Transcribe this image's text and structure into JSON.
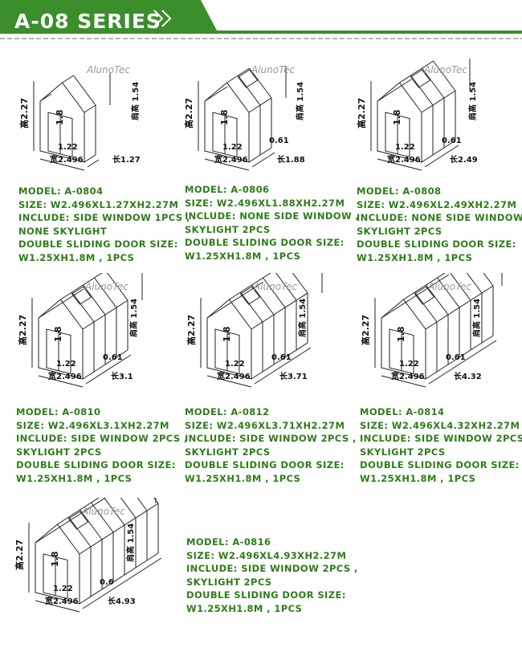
{
  "header": {
    "title": "A-08 SERIES",
    "accent_color": "#3a8f2b"
  },
  "drawing_labels": {
    "brand": "AlunoTec",
    "shoulder_label": "肩高",
    "height_prefix": "高",
    "width_prefix": "宽",
    "length_prefix": "长"
  },
  "models": [
    {
      "model": "MODEL:  A-0804",
      "size": "SIZE:  W2.496XL1.27XH2.27M",
      "include": "INCLUDE: SIDE WINDOW 1PCS ,",
      "include2": "NONE SKYLIGHT",
      "door": "DOUBLE SLIDING DOOR SIZE:",
      "door_size": "W1.25XH1.8M , 1PCS",
      "dims": {
        "height": "2.27",
        "door_h": "1.8",
        "door_w": "1.22",
        "width": "2.496",
        "length": "1.27",
        "shoulder": "1.54",
        "gap": ""
      }
    },
    {
      "model": "MODEL:  A-0806",
      "size": "SIZE:  W2.496XL1.88XH2.27M",
      "include": "INCLUDE: NONE SIDE WINDOW ,",
      "include2": "SKYLIGHT 2PCS",
      "door": "DOUBLE SLIDING DOOR SIZE:",
      "door_size": "W1.25XH1.8M , 1PCS",
      "dims": {
        "height": "2.27",
        "door_h": "1.8",
        "door_w": "1.22",
        "width": "2.496",
        "length": "1.88",
        "shoulder": "1.54",
        "gap": "0.61"
      }
    },
    {
      "model": "MODEL:  A-0808",
      "size": "SIZE:  W2.496XL2.49XH2.27M",
      "include": "INCLUDE: NONE SIDE WINDOW ,",
      "include2": "SKYLIGHT 2PCS",
      "door": "DOUBLE SLIDING DOOR SIZE:",
      "door_size": "W1.25XH1.8M , 1PCS",
      "dims": {
        "height": "2.27",
        "door_h": "1.8",
        "door_w": "1.22",
        "width": "2.496",
        "length": "2.49",
        "shoulder": "1.54",
        "gap": "0.61"
      }
    },
    {
      "model": "MODEL:  A-0810",
      "size": "SIZE:  W2.496XL3.1XH2.27M",
      "include": "INCLUDE: SIDE WINDOW 2PCS ,",
      "include2": "SKYLIGHT 2PCS",
      "door": "DOUBLE SLIDING DOOR SIZE:",
      "door_size": "W1.25XH1.8M , 1PCS",
      "dims": {
        "height": "2.27",
        "door_h": "1.8",
        "door_w": "1.22",
        "width": "2.496",
        "length": "3.1",
        "shoulder": "1.54",
        "gap": "0.61"
      }
    },
    {
      "model": "MODEL:  A-0812",
      "size": "SIZE:  W2.496XL3.71XH2.27M",
      "include": "INCLUDE: SIDE WINDOW 2PCS ,",
      "include2": "SKYLIGHT 2PCS",
      "door": "DOUBLE SLIDING DOOR SIZE:",
      "door_size": "W1.25XH1.8M , 1PCS",
      "dims": {
        "height": "2.27",
        "door_h": "1.8",
        "door_w": "1.22",
        "width": "2.496",
        "length": "3.71",
        "shoulder": "1.54",
        "gap": "0.61"
      }
    },
    {
      "model": "MODEL:  A-0814",
      "size": "SIZE:  W2.496XL4.32XH2.27M",
      "include": "INCLUDE: SIDE WINDOW 2PCS ,",
      "include2": "SKYLIGHT 2PCS",
      "door": "DOUBLE SLIDING DOOR SIZE:",
      "door_size": "W1.25XH1.8M , 1PCS",
      "dims": {
        "height": "2.27",
        "door_h": "1.8",
        "door_w": "1.22",
        "width": "2.496",
        "length": "4.32",
        "shoulder": "1.54",
        "gap": "0.61"
      }
    },
    {
      "model": "MODEL:  A-0816",
      "size": "SIZE:  W2.496XL4.93XH2.27M",
      "include": "INCLUDE: SIDE WINDOW 2PCS ,",
      "include2": "SKYLIGHT 2PCS",
      "door": "DOUBLE SLIDING DOOR SIZE:",
      "door_size": "W1.25XH1.8M , 1PCS",
      "dims": {
        "height": "2.27",
        "door_h": "1.8",
        "door_w": "1.22",
        "width": "2.496",
        "length": "4.93",
        "shoulder": "1.54",
        "gap": "0.6"
      }
    }
  ]
}
